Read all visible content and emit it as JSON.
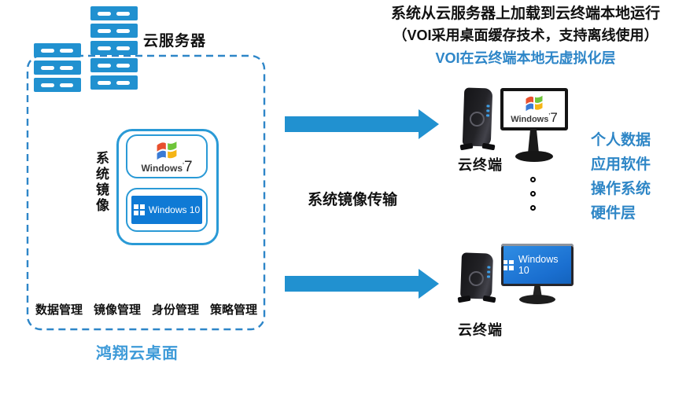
{
  "header": {
    "line1": "系统从云服务器上加载到云终端本地运行",
    "line2": "（VOI采用桌面缓存技术，支持离线使用）",
    "line3": "VOI在云终端本地无虚拟化层"
  },
  "server": {
    "label": "云服务器"
  },
  "cloud_box": {
    "system_image_label": "系统镜像",
    "management": [
      "数据管理",
      "镜像管理",
      "身份管理",
      "策略管理"
    ],
    "brand": "鸿翔云桌面"
  },
  "os": {
    "win7": {
      "main": "Windows",
      "mark": "’",
      "num": "7"
    },
    "win10": {
      "label": "Windows 10"
    }
  },
  "transfer": {
    "label": "系统镜像传输"
  },
  "terminals": {
    "top": {
      "label": "云终端"
    },
    "bottom": {
      "label": "云终端"
    }
  },
  "layers": [
    "个人数据",
    "应用软件",
    "操作系统",
    "硬件层"
  ],
  "colors": {
    "primary_blue": "#2191d0",
    "dashed_border": "#2e86c8",
    "box_border": "#2a9ad6",
    "win10_badge": "#0f7ad5",
    "blue_text": "#2e86c6",
    "brand_text": "#3d9ad8"
  }
}
